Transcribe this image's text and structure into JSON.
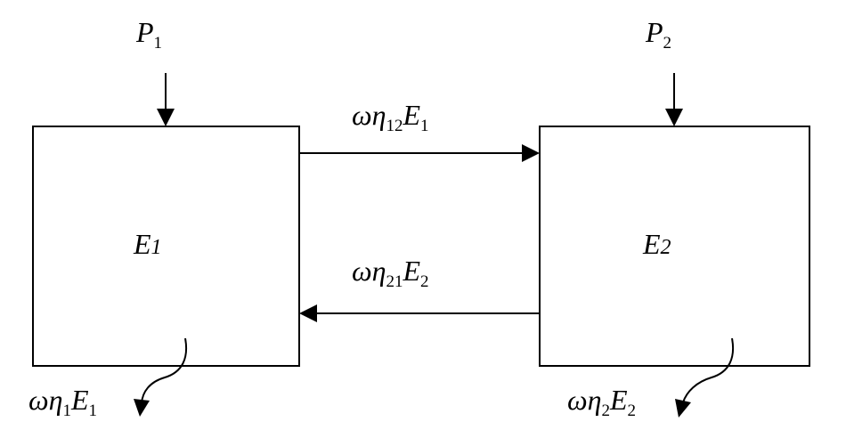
{
  "diagram": {
    "power_inputs": [
      {
        "symbol": "P",
        "subscript": "1"
      },
      {
        "symbol": "P",
        "subscript": "2"
      }
    ],
    "subsystems": [
      {
        "symbol": "E",
        "subscript": "1"
      },
      {
        "symbol": "E",
        "subscript": "2"
      }
    ],
    "coupling_flows": [
      {
        "prefix": "ωη",
        "prefix_subscript": "12",
        "symbol": "E",
        "subscript": "1"
      },
      {
        "prefix": "ωη",
        "prefix_subscript": "21",
        "symbol": "E",
        "subscript": "2"
      }
    ],
    "dissipation_flows": [
      {
        "prefix": "ωη",
        "prefix_subscript": "1",
        "symbol": "E",
        "subscript": "1"
      },
      {
        "prefix": "ωη",
        "prefix_subscript": "2",
        "symbol": "E",
        "subscript": "2"
      }
    ],
    "colors": {
      "line": "#000000",
      "background": "#ffffff"
    }
  }
}
